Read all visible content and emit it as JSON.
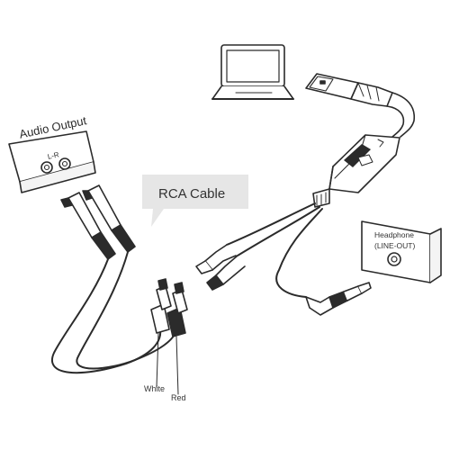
{
  "labels": {
    "audio_output": "Audio Output",
    "audio_output_channels": "L-R",
    "callout": "RCA Cable",
    "headphone": "Headphone",
    "headphone_line_out": "(LINE-OUT)",
    "white": "White",
    "red": "Red"
  },
  "icons": {
    "laptop": "laptop-icon",
    "usb_plug": "usb-plug-icon",
    "usb_audio_adapter": "usb-audio-adapter-icon",
    "rca_plug": "rca-plug-icon",
    "jack_plug": "3.5mm-jack-plug-icon"
  },
  "colors": {
    "line": "#2b2b2b",
    "cable_fill": "#f2f2f2",
    "callout_fill": "#e6e6e6",
    "panel_fill": "#f4f4f4"
  }
}
